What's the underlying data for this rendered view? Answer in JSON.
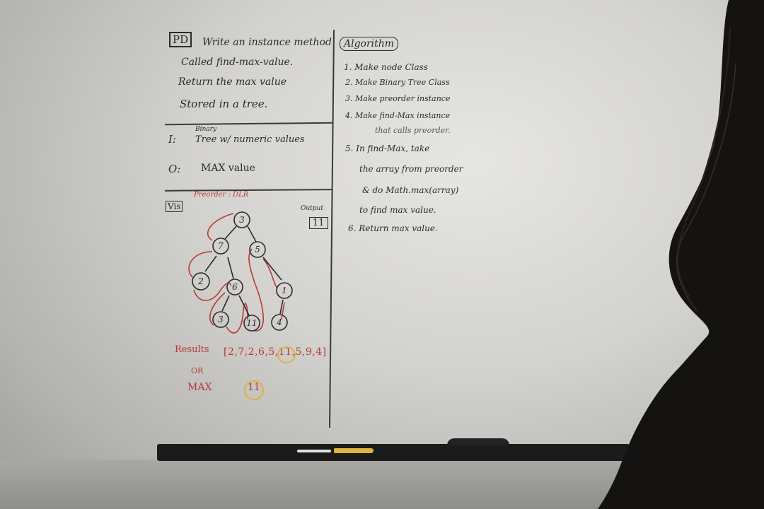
{
  "problem": {
    "tag": "PD",
    "lines": [
      "Write an instance method",
      "Called find-max-value.",
      "Return the max value",
      "Stored in a tree."
    ]
  },
  "input": {
    "tag": "I:",
    "over": "Binary",
    "text": "Tree w/ numeric values"
  },
  "output": {
    "tag": "O:",
    "text": "MAX value"
  },
  "visual": {
    "tag": "Vis",
    "note": "Preorder : DLR",
    "output_label": "Output",
    "output_value": "11",
    "nodes": [
      "3",
      "7",
      "5",
      "2",
      "6",
      "1",
      "3",
      "11",
      "4"
    ]
  },
  "results": {
    "label": "Results",
    "values": "[2,7,2,6,5,11,5,9,4]",
    "or": "OR",
    "max_label": "MAX",
    "max_value": "11"
  },
  "algorithm": {
    "title": "Algorithm",
    "steps": [
      "1. Make node Class",
      "2. Make Binary Tree Class",
      "3. Make preorder instance",
      "4. Make find-Max instance",
      "that calls preorder.",
      "5. In find-Max, take",
      "the array from preorder",
      "& do Math.max(array)",
      "to find max value.",
      "6. Return max value."
    ]
  }
}
